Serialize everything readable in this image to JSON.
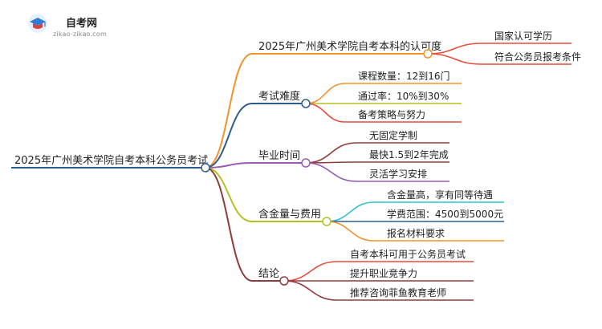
{
  "logo": {
    "name": "自考网",
    "url": "zikao-zikao.com"
  },
  "root": {
    "label": "2025年广州美术学院自考本科公务员考试"
  },
  "branches": [
    {
      "label": "2025年广州美术学院自考本科的认可度",
      "color": "#f0932b",
      "leaves": [
        {
          "label": "国家认可学历",
          "color": "#e74c3c"
        },
        {
          "label": "符合公务员报考条件",
          "color": "#e74c3c"
        }
      ]
    },
    {
      "label": "考试难度",
      "color": "#2e5d8c",
      "leaves": [
        {
          "label": "课程数量：12到16门",
          "color": "#f0932b"
        },
        {
          "label": "通过率：10%到30%",
          "color": "#b5c022"
        },
        {
          "label": "备考策略与努力",
          "color": "#e74c3c"
        }
      ]
    },
    {
      "label": "毕业时间",
      "color": "#9b59b6",
      "leaves": [
        {
          "label": "无固定学制",
          "color": "#8e3b3b"
        },
        {
          "label": "最快1.5到2年完成",
          "color": "#8e3b3b"
        },
        {
          "label": "灵活学习安排",
          "color": "#9b59b6"
        }
      ]
    },
    {
      "label": "含金量与费用",
      "color": "#b5c022",
      "leaves": [
        {
          "label": "含金量高，享有同等待遇",
          "color": "#2ec4d6"
        },
        {
          "label": "学费范围：4500到5000元",
          "color": "#2e5d8c"
        },
        {
          "label": "报名材料要求",
          "color": "#f0932b"
        }
      ]
    },
    {
      "label": "结论",
      "color": "#8e3b3b",
      "leaves": [
        {
          "label": "自考本科可用于公务员考试",
          "color": "#e74c3c"
        },
        {
          "label": "提升职业竞争力",
          "color": "#8e3b3b"
        },
        {
          "label": "推荐咨询菲鱼教育老师",
          "color": "#8e3b3b"
        }
      ]
    }
  ],
  "colors": {
    "root_line": "#2e5d8c"
  }
}
